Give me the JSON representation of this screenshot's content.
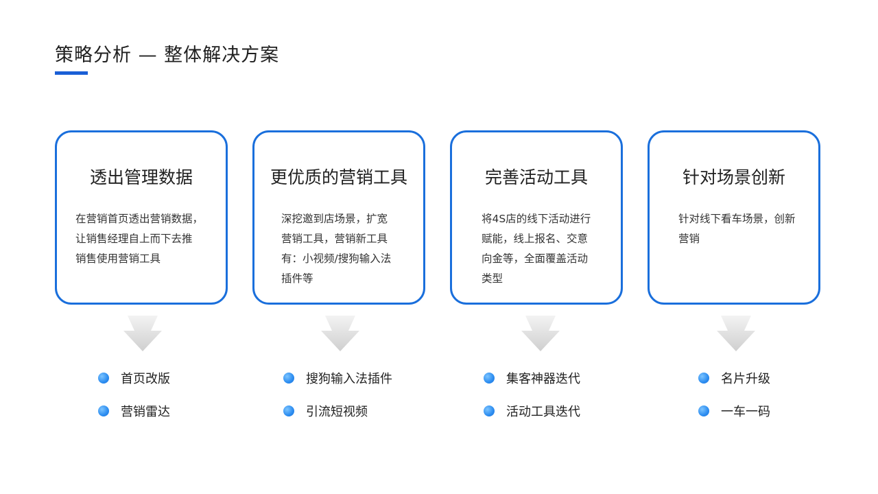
{
  "header": {
    "title": "策略分析 — 整体解决方案",
    "accent_color": "#1a5fd6"
  },
  "cards": [
    {
      "title": "透出管理数据",
      "desc_lines": [
        "在营销首页透出营销数据，",
        "让销售经理自上而下去推",
        "销售使用营销工具"
      ],
      "bullets": [
        "首页改版",
        "营销雷达"
      ]
    },
    {
      "title": "更优质的营销工具",
      "desc_lines": [
        "深挖邀到店场景，扩宽",
        "营销工具，营销新工具",
        "有：小视频/搜狗输入法",
        "插件等"
      ],
      "bullets": [
        "搜狗输入法插件",
        "引流短视频"
      ]
    },
    {
      "title": "完善活动工具",
      "desc_lines": [
        "将4S店的线下活动进行",
        "赋能，线上报名、交意",
        "向金等，全面覆盖活动",
        "类型"
      ],
      "bullets": [
        "集客神器迭代",
        "活动工具迭代"
      ]
    },
    {
      "title": "针对场景创新",
      "desc_lines": [
        "针对线下看车场景，创新",
        "营销"
      ],
      "bullets": [
        "名片升级",
        "一车一码"
      ]
    }
  ],
  "colors": {
    "card_border": "#1a6fdc",
    "bullet_dot": "#2b8cf0",
    "arrow": "#d6d6d6"
  },
  "icons": {
    "arrow": "down-arrow-icon",
    "bullet": "bullet-dot-icon"
  }
}
